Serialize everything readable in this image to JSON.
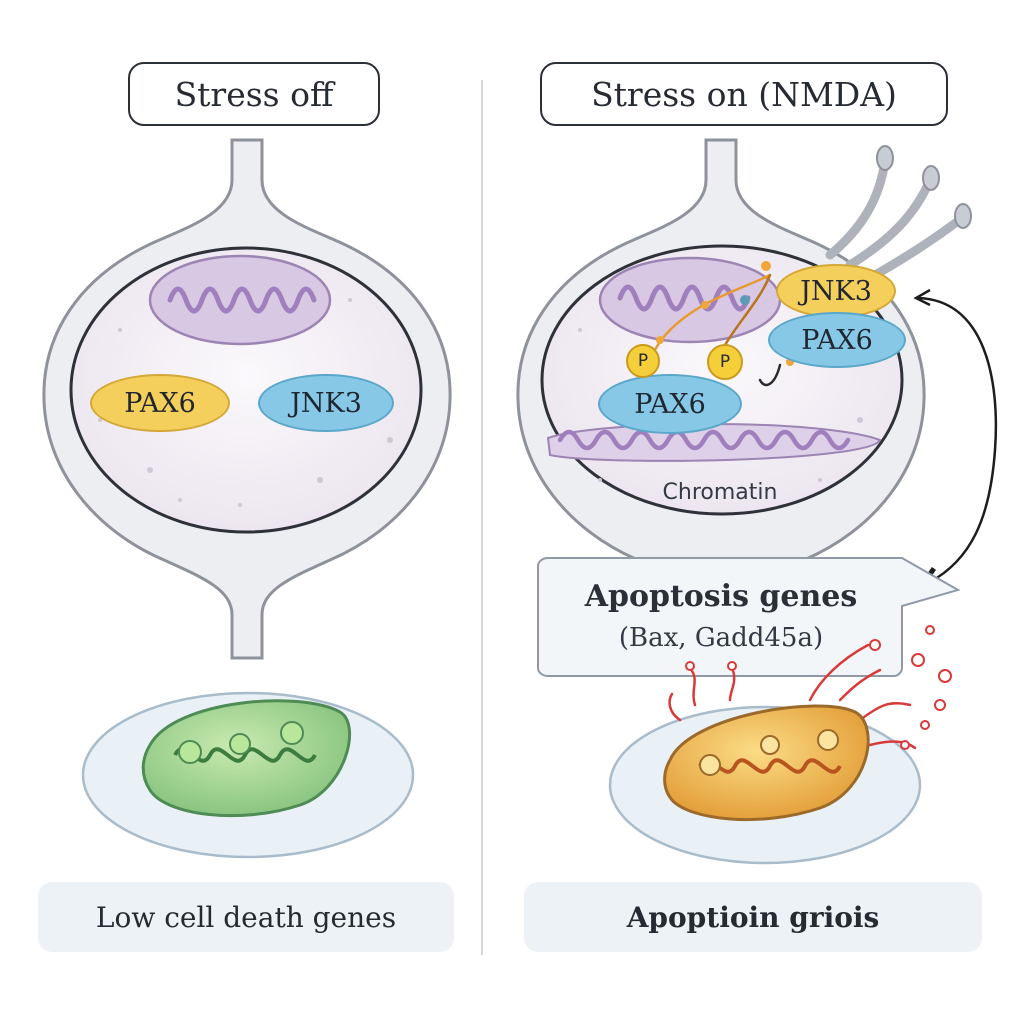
{
  "left_panel": {
    "header": "Stress off",
    "protein_a": "PAX6",
    "protein_b": "JNK3",
    "footer": "Low cell death genes"
  },
  "right_panel": {
    "header": "Stress on (NMDA)",
    "protein_jnk": "JNK3",
    "protein_pax_top": "PAX6",
    "protein_pax_bottom": "PAX6",
    "phospho_1": "P",
    "phospho_2": "P",
    "chromatin_label": "Chromatin",
    "callout_title": "Apoptosis genes",
    "callout_subtitle": "(Bax, Gadd45a)",
    "footer": "Apoptioin griois"
  },
  "colors": {
    "pax6": "#f5cf5c",
    "jnk3": "#86c8e6",
    "nucleus": "#f1ecf3",
    "mitochondria_healthy": "#9fd38a",
    "mitochondria_stressed": "#f0b84a",
    "apoptotic_burst": "#d83a3a"
  }
}
